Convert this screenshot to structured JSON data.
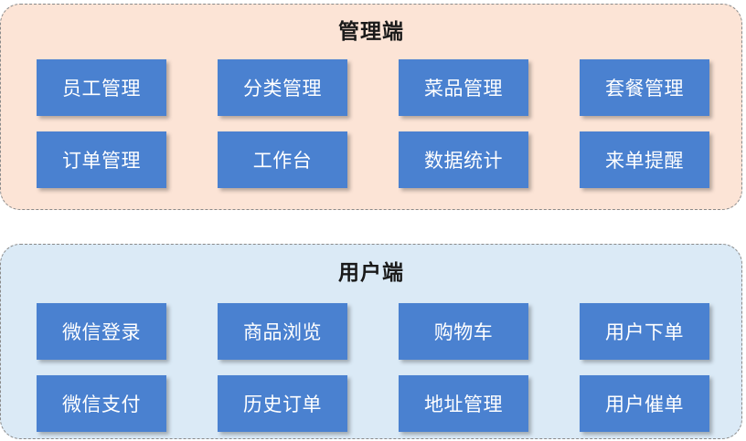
{
  "admin": {
    "title": "管理端",
    "items": [
      "员工管理",
      "分类管理",
      "菜品管理",
      "套餐管理",
      "订单管理",
      "工作台",
      "数据统计",
      "来单提醒"
    ]
  },
  "user": {
    "title": "用户端",
    "items": [
      "微信登录",
      "商品浏览",
      "购物车",
      "用户下单",
      "微信支付",
      "历史订单",
      "地址管理",
      "用户催单"
    ]
  },
  "colors": {
    "admin_bg": "#fce4d6",
    "user_bg": "#dbeaf6",
    "box": "#4a81d0"
  }
}
